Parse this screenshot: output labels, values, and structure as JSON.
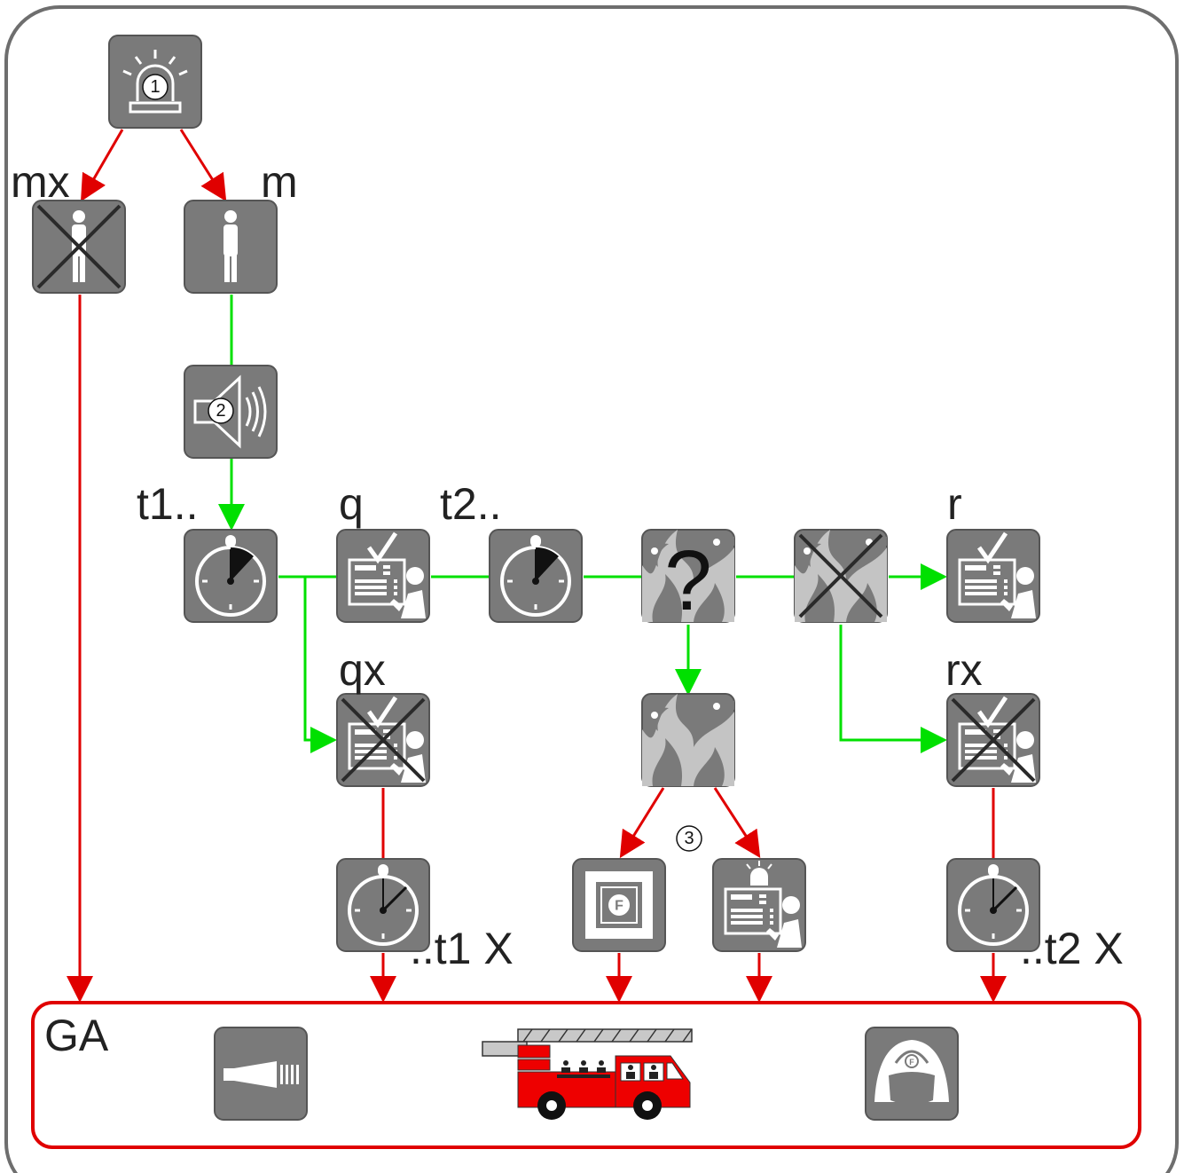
{
  "colors": {
    "frame": "#6e6e6e",
    "box_fill": "#7a7a7a",
    "box_stroke": "#555555",
    "icon_white": "#ffffff",
    "icon_light": "#c4c4c4",
    "yes_arrow": "#00e000",
    "no_arrow": "#e00000",
    "ga_border": "#e00000",
    "truck_red": "#ee0000"
  },
  "labels": {
    "mx": "mx",
    "m": "m",
    "t1_start": "t1..",
    "q": "q",
    "t2_start": "t2..",
    "r": "r",
    "qx": "qx",
    "rx": "rx",
    "t1_end": "..t1 X",
    "t2_end": "..t2 X",
    "ga": "GA"
  },
  "markers": {
    "m1": "1",
    "m2": "2",
    "m3": "3"
  },
  "icons": {
    "alarm": "beacon-icon",
    "person_absent": "person-crossed-icon",
    "person_present": "person-icon",
    "announcement": "speaker-icon",
    "timer_t1": "stopwatch-icon",
    "ack_q": "panel-check-icon",
    "timer_t2": "stopwatch-icon",
    "explore": "flame-question-icon",
    "no_fire": "flame-crossed-icon",
    "reset_r": "panel-check-icon",
    "no_ack_qx": "panel-check-crossed-icon",
    "fire_confirmed": "flame-icon",
    "no_reset_rx": "panel-check-crossed-icon",
    "timeout_t1": "stopwatch-elapsed-icon",
    "fire_panel": "fire-panel-icon",
    "alarm_panel": "panel-beacon-icon",
    "timeout_t2": "stopwatch-elapsed-icon",
    "horn": "horn-icon",
    "fire_truck": "fire-truck-icon",
    "firefighter": "firefighter-helmet-icon"
  }
}
